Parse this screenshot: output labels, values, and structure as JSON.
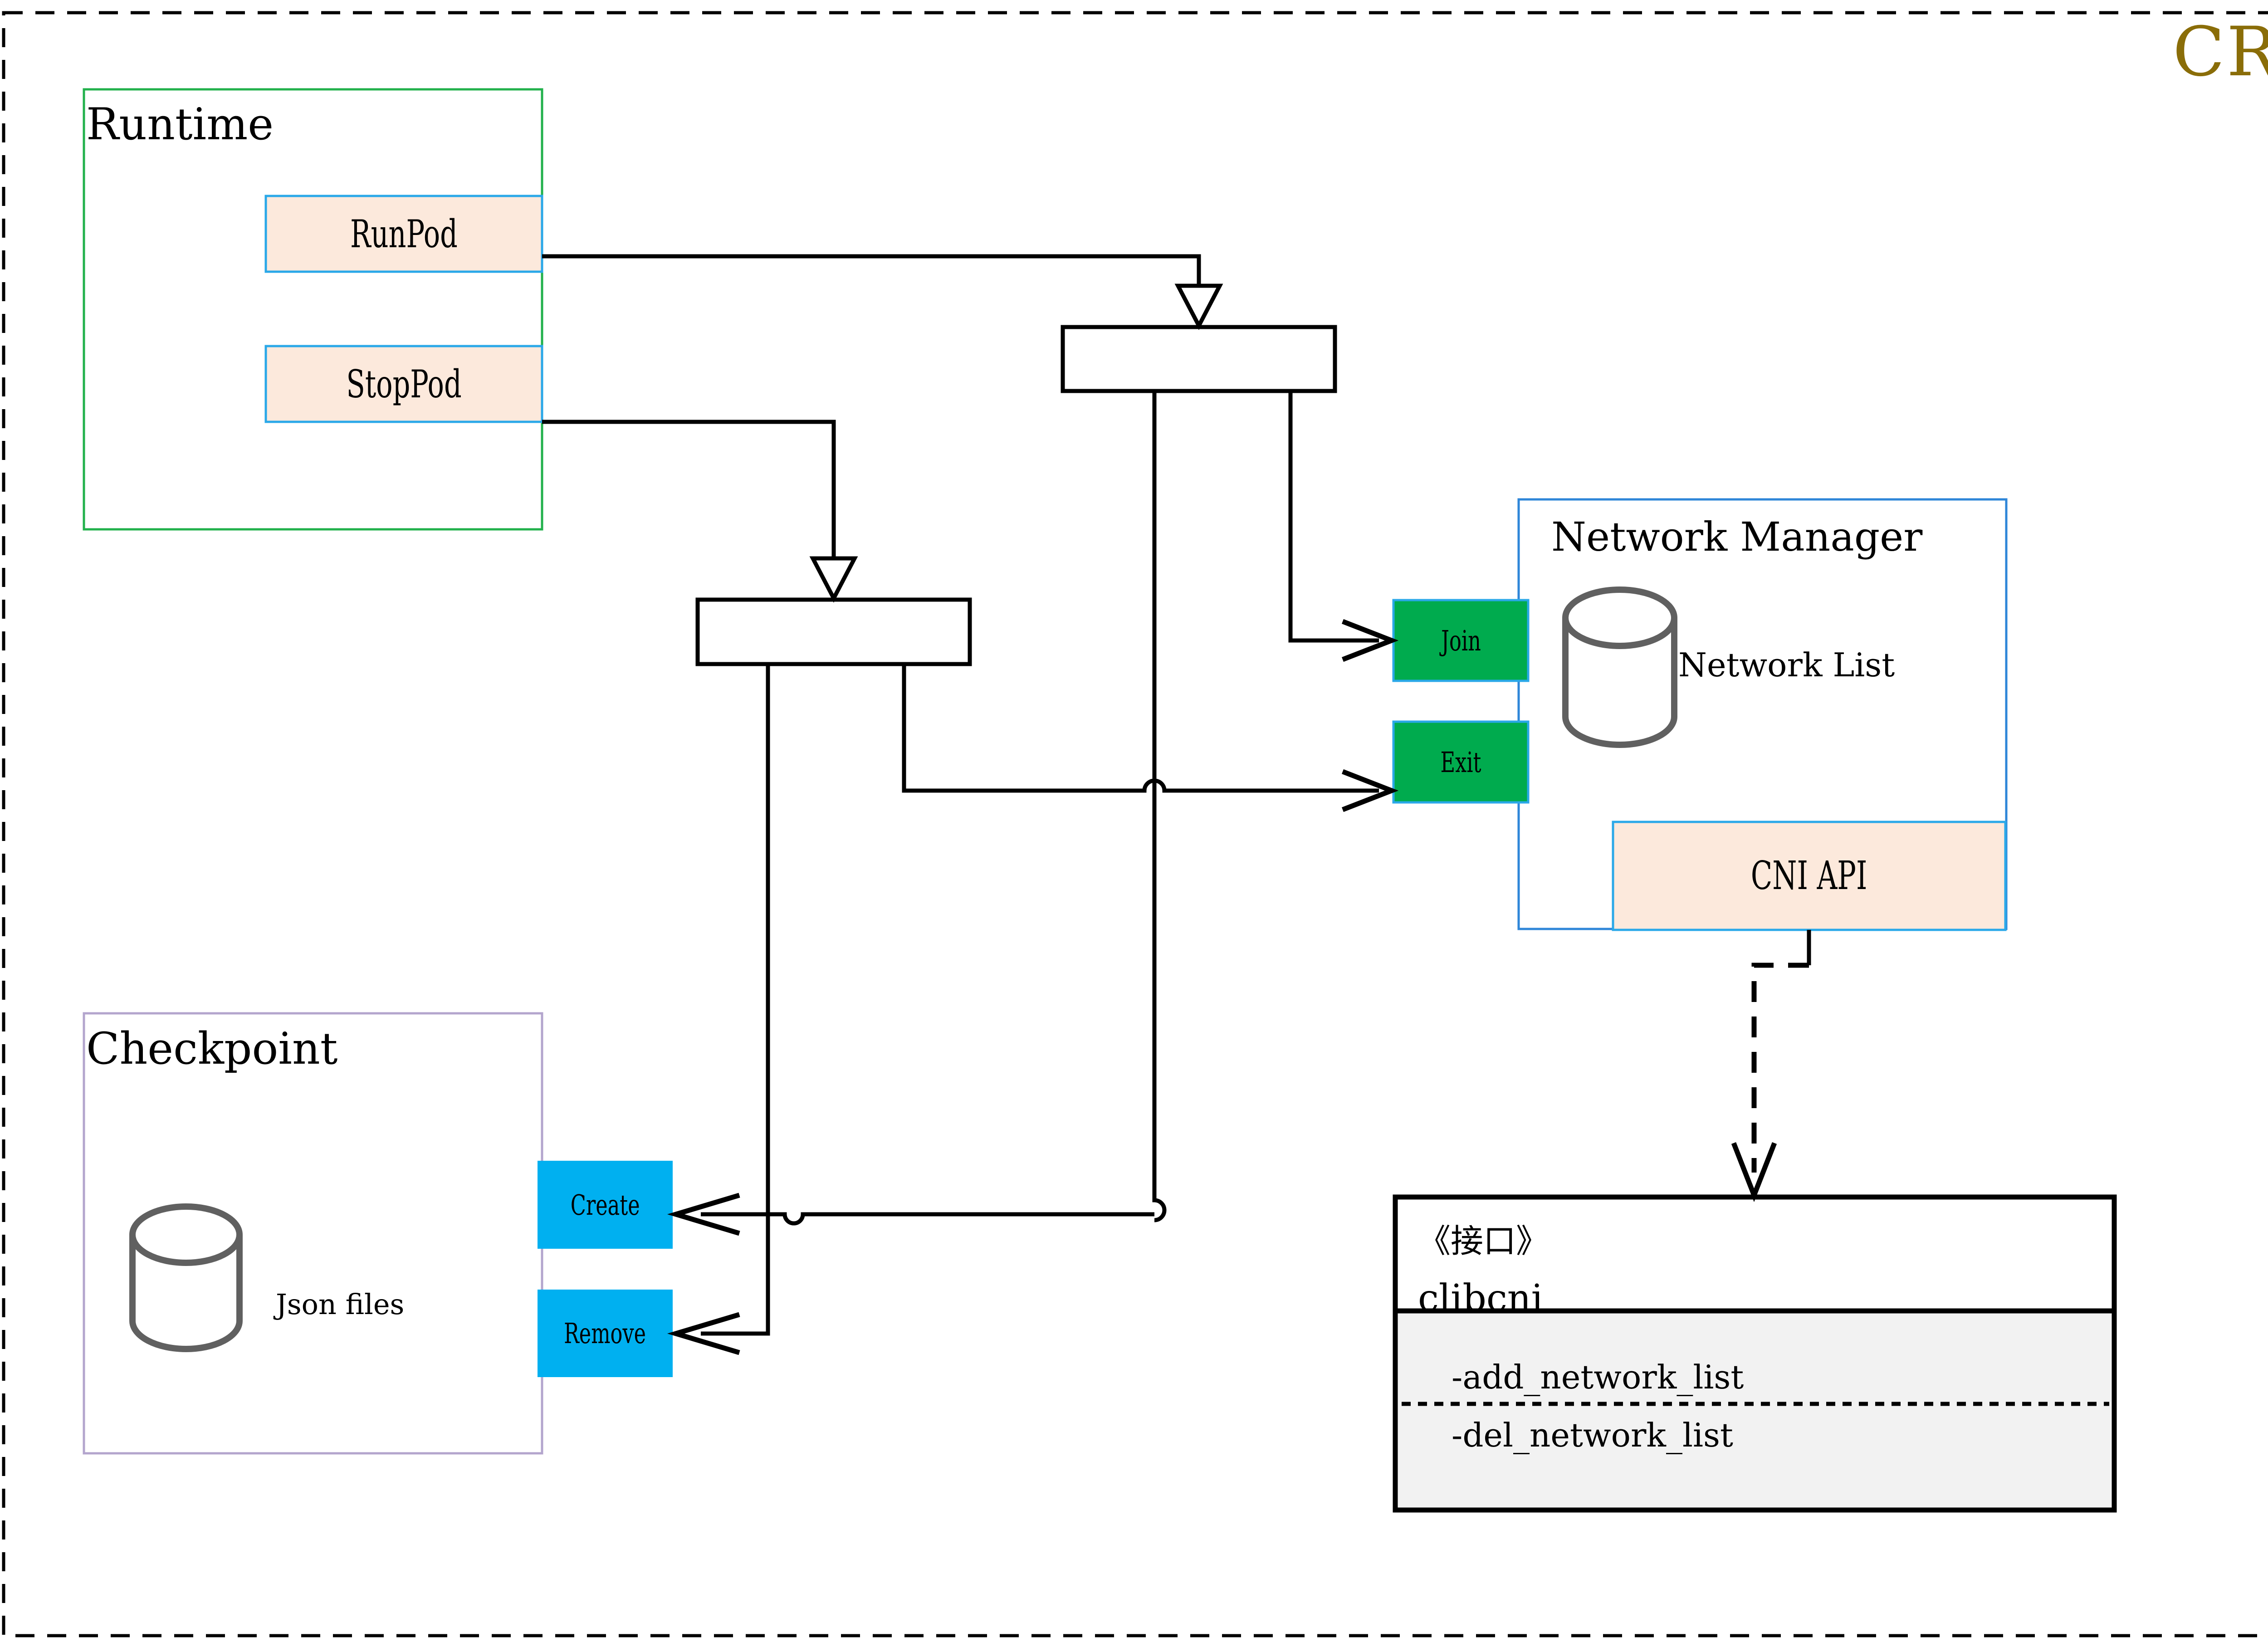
{
  "diagram": {
    "title": "CRI",
    "title_color": "#8a6d08",
    "frame_style": "dashed"
  },
  "groups": {
    "runtime": {
      "label": "Runtime",
      "border_color": "#22b14c"
    },
    "checkpoint": {
      "label": "Checkpoint",
      "border_color": "#b3a5cd"
    },
    "network_manager": {
      "label": "Network Manager",
      "border_color": "#2e86d8"
    }
  },
  "nodes": {
    "run_pod": {
      "label": "RunPod",
      "fill": "#fce9dc",
      "border": "#2aa8e8"
    },
    "stop_pod": {
      "label": "StopPod",
      "fill": "#fce9dc",
      "border": "#2aa8e8"
    },
    "join": {
      "label": "Join",
      "fill": "#00ab4e",
      "border": "#2aa8e8"
    },
    "exit": {
      "label": "Exit",
      "fill": "#00ab4e",
      "border": "#2aa8e8"
    },
    "create": {
      "label": "Create",
      "fill": "#00b0f0",
      "border": "#00b0f0"
    },
    "remove": {
      "label": "Remove",
      "fill": "#00b0f0",
      "border": "#00b0f0"
    },
    "cni_api": {
      "label": "CNI API",
      "fill": "#fce9dc",
      "border": "#2aa8e8"
    },
    "network_list": {
      "label": "Network List",
      "shape": "cylinder",
      "stroke": "#606060"
    },
    "json_files": {
      "label": "Json files",
      "shape": "cylinder",
      "stroke": "#606060"
    },
    "fork_top": {
      "label": "",
      "shape": "fork-bar"
    },
    "fork_bottom": {
      "label": "",
      "shape": "fork-bar"
    }
  },
  "interface_box": {
    "stereotype": "《接口》",
    "name": "clibcni",
    "methods": [
      "-add_network_list",
      "-del_network_list"
    ],
    "method_fill": "#f2f2f2"
  },
  "icons": {
    "arrow_open": "open-triangle-arrowhead",
    "arrow_hollow": "hollow-triangle-arrowhead",
    "arrow_v": "v-arrowhead",
    "line_hop": "line-jump"
  }
}
